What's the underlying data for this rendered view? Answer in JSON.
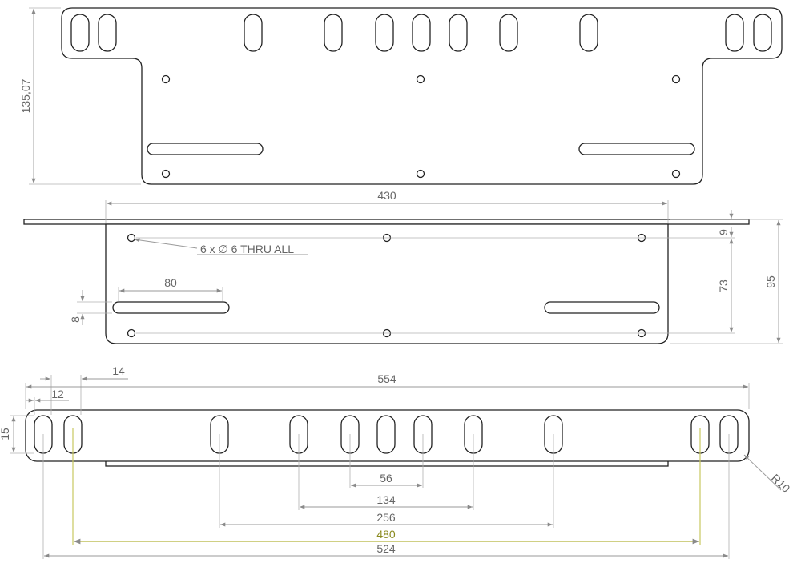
{
  "drawing": {
    "top_view": {
      "height_dimension": "135,07"
    },
    "middle_view": {
      "width_dimension": "430",
      "hole_note": "6 x ∅ 6 THRU ALL",
      "slot_length": "80",
      "slot_width": "8",
      "hole_offset_top": "9",
      "hole_spacing_vertical": "73",
      "plate_height": "95"
    },
    "bottom_view": {
      "slot_pitch_small": "14",
      "slot_offset": "12",
      "slot_height": "15",
      "overall_length": "554",
      "spacing_56": "56",
      "spacing_134": "134",
      "spacing_256": "256",
      "spacing_480": "480",
      "spacing_524": "524",
      "corner_radius": "R10"
    },
    "colors": {
      "outline": "#222222",
      "dimension": "#9a9a9a",
      "highlight": "#8a8a1e"
    }
  }
}
